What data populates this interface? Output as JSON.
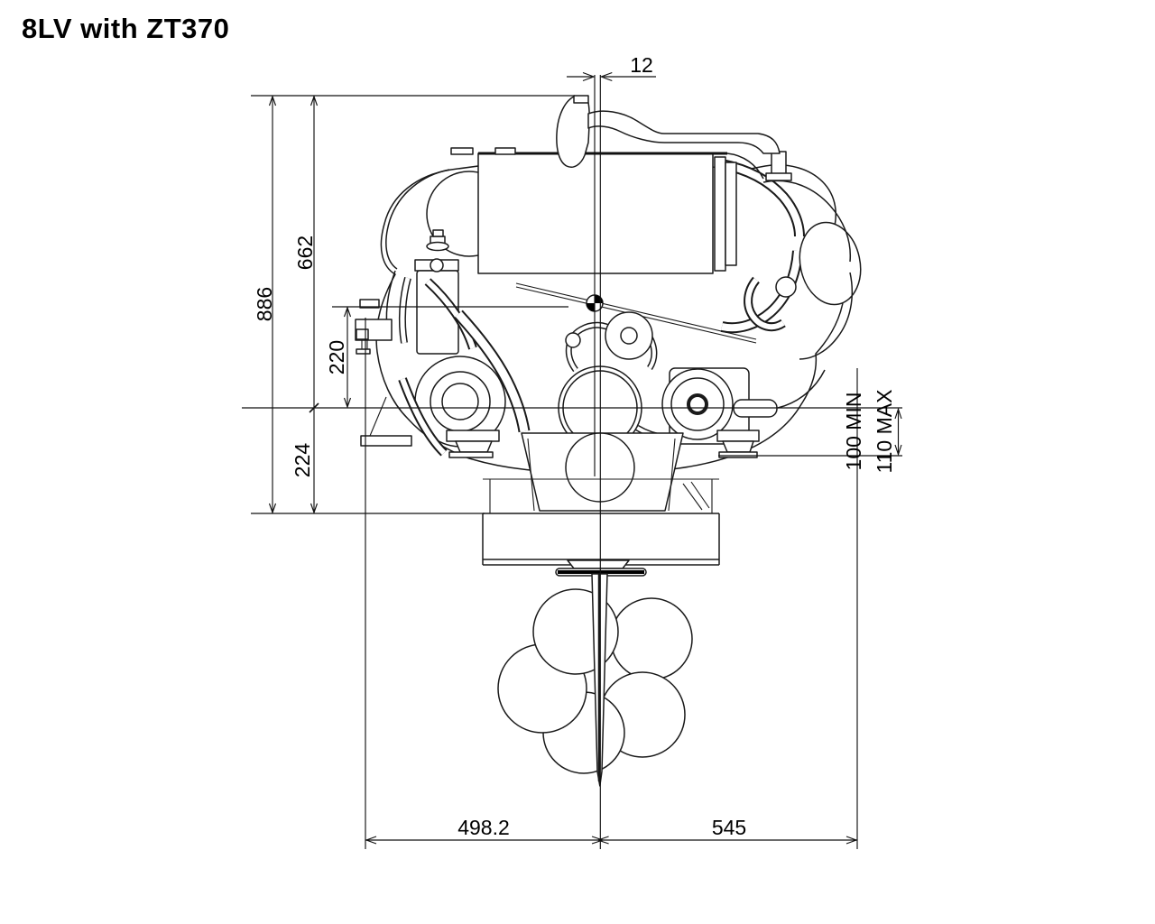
{
  "title": "8LV with ZT370",
  "drawing_type": "engine-installation-dimension-diagram",
  "dimensions": {
    "top_offset": "12",
    "overall_height": "886",
    "top_to_crank_center": "662",
    "mount_rail_to_crank_center": "220",
    "crank_center_to_base": "224",
    "mount_height_min": "100 MIN",
    "mount_height_max": "110 MAX",
    "center_to_front": "498.2",
    "center_to_transom": "545"
  }
}
